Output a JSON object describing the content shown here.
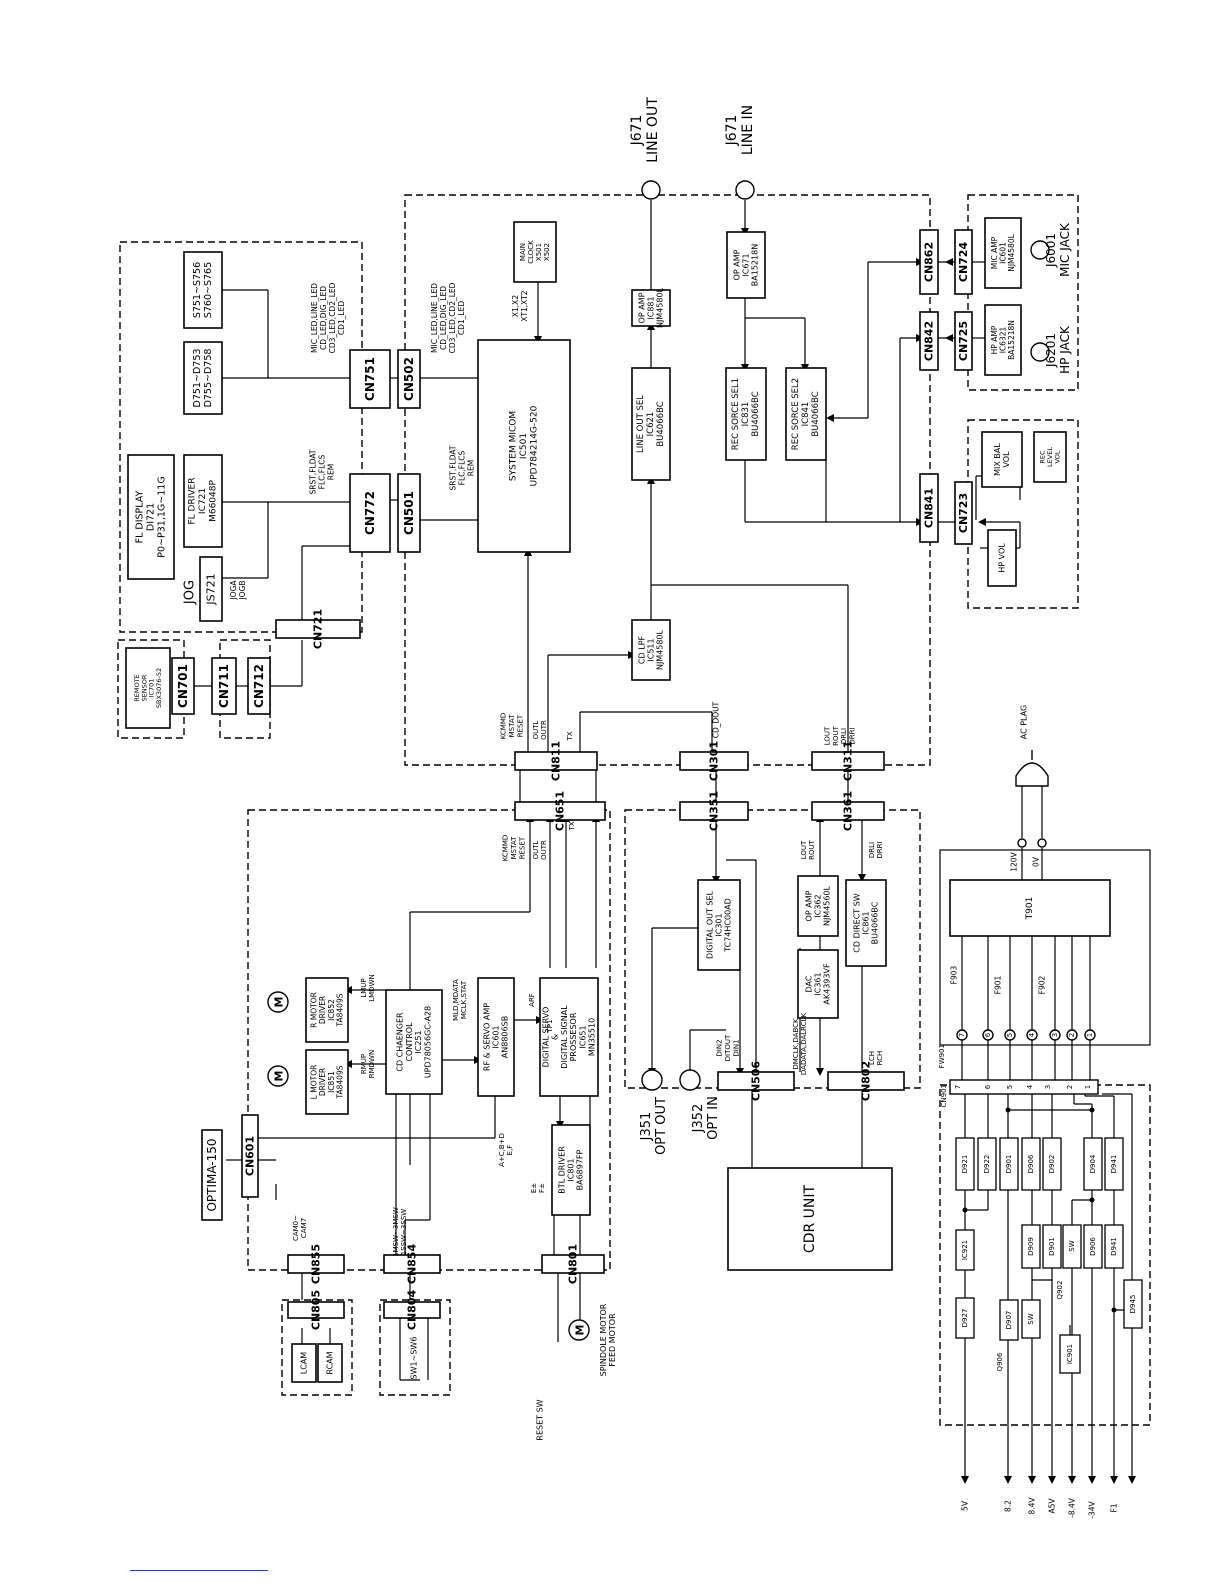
{
  "rotation": "counterclockwise-90",
  "blocks": [
    {
      "id": "line_out_jack",
      "lines": [
        "J671",
        "LINE OUT"
      ]
    },
    {
      "id": "line_in_jack",
      "lines": [
        "J671",
        "LINE IN"
      ]
    },
    {
      "id": "op_amp_ic881",
      "lines": [
        "OP AMP",
        "IC881",
        "NJM4580L"
      ]
    },
    {
      "id": "op_amp_ic671",
      "lines": [
        "OP AMP",
        "IC671",
        "BA15218N"
      ]
    },
    {
      "id": "main_clock",
      "lines": [
        "MAIN",
        "CLOCK",
        "X501",
        "X502"
      ]
    },
    {
      "id": "system_micom",
      "lines": [
        "SYSTEM MICOM",
        "IC501",
        "UPD784214G-520"
      ]
    },
    {
      "id": "line_out_sel",
      "lines": [
        "LINE OUT SEL",
        "IC621",
        "BU4066BC"
      ]
    },
    {
      "id": "rec_source_sel1",
      "lines": [
        "REC SORCE SEL1",
        "IC831",
        "BU4066BC"
      ]
    },
    {
      "id": "rec_source_sel2",
      "lines": [
        "REC SORCE SEL2",
        "IC841",
        "BU4066BC"
      ]
    },
    {
      "id": "cd_lpf",
      "lines": [
        "CD LPF",
        "IC511",
        "NJM4580L"
      ]
    },
    {
      "id": "fl_display",
      "lines": [
        "FL DISPLAY",
        "DI721",
        "P0~P31,1G~11G"
      ]
    },
    {
      "id": "fl_driver",
      "lines": [
        "FL DRIVER",
        "IC721",
        "M66048P"
      ]
    },
    {
      "id": "leds_d751",
      "lines": [
        "D751~D753",
        "D755~D758"
      ]
    },
    {
      "id": "switches_s751",
      "lines": [
        "S751~S756",
        "S760~S765"
      ]
    },
    {
      "id": "jog",
      "lines": [
        "JOG"
      ]
    },
    {
      "id": "js721",
      "lines": [
        "JS721"
      ]
    },
    {
      "id": "jog_signals",
      "lines": [
        "JOGA",
        "JOGB"
      ]
    },
    {
      "id": "remote_sensor",
      "lines": [
        "REMOTE",
        "SENSOR",
        "IC701",
        "SBX3076-52"
      ]
    },
    {
      "id": "mic_amp",
      "lines": [
        "MIC AMP",
        "IC601",
        "NJM4580L"
      ]
    },
    {
      "id": "hp_amp",
      "lines": [
        "HP AMP",
        "IC6321",
        "BA15218N"
      ]
    },
    {
      "id": "mic_jack",
      "lines": [
        "J6001",
        "MIC JACK"
      ]
    },
    {
      "id": "hp_jack",
      "lines": [
        "J6201",
        "HP JACK"
      ]
    },
    {
      "id": "mix_bal_vol",
      "lines": [
        "MIX BAL",
        "VOL"
      ]
    },
    {
      "id": "rec_level_vol",
      "lines": [
        "REC",
        "LEVEL",
        "VOL"
      ]
    },
    {
      "id": "hp_vol",
      "lines": [
        "HP VOL"
      ]
    },
    {
      "id": "r_motor_driver",
      "lines": [
        "R MOTOR",
        "DRIVER",
        "IC852",
        "TA8409S"
      ]
    },
    {
      "id": "l_motor_driver",
      "lines": [
        "L MOTOR",
        "DRIVER",
        "IC851",
        "TA8409S"
      ]
    },
    {
      "id": "cd_changer_control",
      "lines": [
        "CD CHAENGER",
        "CONTROL",
        "IC251",
        "UPD78056GC-A28"
      ]
    },
    {
      "id": "rf_servo_amp",
      "lines": [
        "RF & SERVO AMP",
        "IC601",
        "AN8806SB"
      ]
    },
    {
      "id": "digital_servo_dsp",
      "lines": [
        "DIGITAL SERVO",
        "&",
        "DIGITAL SIGNAL",
        "PROSSESOR",
        "IC651",
        "MN35510"
      ]
    },
    {
      "id": "btl_driver",
      "lines": [
        "BTL DRIVER",
        "IC801",
        "BA6897FP"
      ]
    },
    {
      "id": "optima",
      "lines": [
        "OPTIMA-150"
      ]
    },
    {
      "id": "digital_out_sel",
      "lines": [
        "DIGITAL OUT SEL",
        "IC301",
        "TC74HC00AD"
      ]
    },
    {
      "id": "dac",
      "lines": [
        "DAC",
        "IC361",
        "AK4393VF"
      ]
    },
    {
      "id": "op_amp_ic362",
      "lines": [
        "OP AMP",
        "IC362",
        "NJM4560L"
      ]
    },
    {
      "id": "cd_direct_sw",
      "lines": [
        "CD DIRECT SW",
        "IC861",
        "BU4066BC"
      ]
    },
    {
      "id": "opt_out",
      "lines": [
        "J351",
        "OPT OUT"
      ]
    },
    {
      "id": "opt_in",
      "lines": [
        "J352",
        "OPT IN"
      ]
    },
    {
      "id": "cdr_unit",
      "lines": [
        "CDR UNIT"
      ]
    },
    {
      "id": "t901",
      "lines": [
        "T901"
      ]
    },
    {
      "id": "ac_plug",
      "lines": [
        "AC PLAG"
      ]
    },
    {
      "id": "spindle_motor",
      "lines": [
        "SPINDOLE MOTOR",
        "FEED MOTOR"
      ]
    },
    {
      "id": "reset_sw",
      "lines": [
        "RESET SW"
      ]
    },
    {
      "id": "switches_sw1",
      "lines": [
        "SW1~SW6"
      ]
    },
    {
      "id": "lcam",
      "lines": [
        "LCAM"
      ]
    },
    {
      "id": "rcam",
      "lines": [
        "RCAM"
      ]
    }
  ],
  "connectors": [
    "CN751",
    "CN772",
    "CN721",
    "CN701",
    "CN711",
    "CN712",
    "CN502",
    "CN501",
    "CN811",
    "CN301",
    "CN311",
    "CN862",
    "CN842",
    "CN841",
    "CN724",
    "CN725",
    "CN723",
    "CN651",
    "CN351",
    "CN361",
    "CN506",
    "CN802",
    "CN601",
    "CN855",
    "CN854",
    "CN801",
    "CN805",
    "CN804",
    "CN901",
    "FW901"
  ],
  "signals": {
    "cn751_top": [
      "MIC_LED,LINE_LED",
      "CD_LED,DIG_LED",
      "CD3_LED,CD2_LED",
      "CD1_LED"
    ],
    "cn502_top": [
      "MIC_LED,LINE_LED",
      "CD_LED,DIG_LED",
      "CD3_LED,CD2_LED",
      "CD1_LED"
    ],
    "cn772_top": [
      "SRST,FLDAT",
      "FLC,FLCS",
      "REM"
    ],
    "cn501_top": [
      "SRST,FLDAT",
      "FLC,FLCS",
      "REM"
    ],
    "clock_signals": [
      "X1,X2",
      "XT1,XT2"
    ],
    "cn811_left": [
      "KCMMD",
      "MSTAT",
      "RESET"
    ],
    "cn811_mid": [
      "OUTL",
      "OUTR"
    ],
    "cn811_tx": [
      "TX"
    ],
    "cn301_label": [
      "CD_DOUT"
    ],
    "cn311_label": [
      "LOUT",
      "ROUT",
      "DRLI",
      "DRRI"
    ],
    "cn651_left": [
      "KCMMD",
      "MSTAT",
      "RESET"
    ],
    "cn651_mid": [
      "OUTL",
      "OUTR"
    ],
    "cn651_tx": [
      "TX"
    ],
    "r_motor_signals": [
      "LMUP",
      "LMDWN"
    ],
    "l_motor_signals": [
      "RMUP",
      "RMDWN"
    ],
    "rf_to_micom": [
      "MLD,MDATA",
      "MCLK,STAT"
    ],
    "arf": [
      "ARF"
    ],
    "tp1": [
      "TP1"
    ],
    "pickup_signals": [
      "A+C,B+D",
      "E,F"
    ],
    "btl_signals": [
      "E±",
      "F±"
    ],
    "cn855_signals": [
      "CAM0~",
      "CAM7"
    ],
    "cn854_signals": [
      "1MSW~3MSW",
      "1SSW~3SSW"
    ],
    "cn361_left": [
      "LOUT",
      "ROUT"
    ],
    "cn361_right": [
      "DRLI",
      "DRRI"
    ],
    "cn506_signals": [
      "DIN2",
      "DITOUT",
      "DIN1"
    ],
    "dac_signals": [
      "DMCLK,DABCK",
      "DADATA,DALRCLK"
    ],
    "cn802_signals": [
      "LCH",
      "RCH"
    ]
  },
  "power": {
    "transformer_inputs": [
      "120V",
      "0V"
    ],
    "fuses": [
      "F903",
      "F901",
      "F902"
    ],
    "fw901_pins": [
      "7",
      "6",
      "5",
      "4",
      "3",
      "2",
      "1"
    ],
    "cn901_pins": [
      "7",
      "6",
      "5",
      "4",
      "3",
      "2",
      "1"
    ],
    "diodes": [
      "D921",
      "D922",
      "D901",
      "D906",
      "D902",
      "D904",
      "D941",
      "D927",
      "D907",
      "D909",
      "D901",
      "D906",
      "D941",
      "D945"
    ],
    "regulators": [
      "IC921",
      "IC901"
    ],
    "switch_labels": [
      "SW",
      "SW"
    ],
    "transistors": [
      "Q906",
      "Q902"
    ],
    "rails": [
      "5V",
      "8.2",
      "8.4V",
      "A5V",
      "-8.4V",
      "-34V",
      "F1"
    ]
  },
  "stroke_color": "#000000",
  "footer_link_color": "#1a3fd6"
}
